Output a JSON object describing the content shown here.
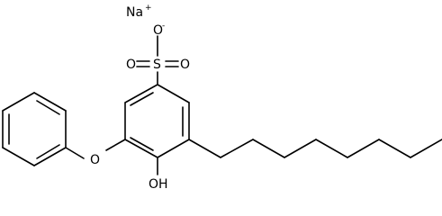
{
  "labels": {
    "counterion": "Na",
    "counterion_charge": "+",
    "sulfonate_oxygen_top": "O",
    "sulfonate_oxygen_charge": "-",
    "sulfonate_oxygen_left": "O",
    "sulfur": "S",
    "sulfonate_oxygen_right": "O",
    "ether_oxygen": "O",
    "hydroxyl": "OH"
  }
}
